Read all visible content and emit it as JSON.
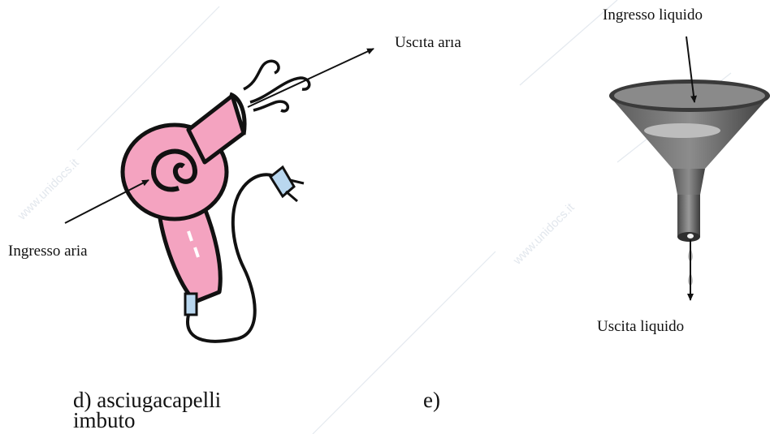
{
  "labels": {
    "air_out": "Uscıta arıa",
    "air_in": "Ingresso aria",
    "liquid_in": "Ingresso liquido",
    "liquid_out": "Uscita liquido"
  },
  "captions": {
    "d": "d) asciugacapelli",
    "e": "e)",
    "d_cont": "imbuto"
  },
  "watermark": "www.unidocs.it",
  "colors": {
    "dryer_pink": "#f4a3c0",
    "funnel_dark": "#4a4a4a",
    "funnel_mid": "#8a8a8a",
    "funnel_light": "#bdbdbd",
    "plug_blue": "#b9d7ef"
  },
  "icons": [
    "hair-dryer-icon",
    "funnel-icon",
    "power-plug-icon",
    "air-swirl-icon",
    "liquid-drop-icon"
  ]
}
